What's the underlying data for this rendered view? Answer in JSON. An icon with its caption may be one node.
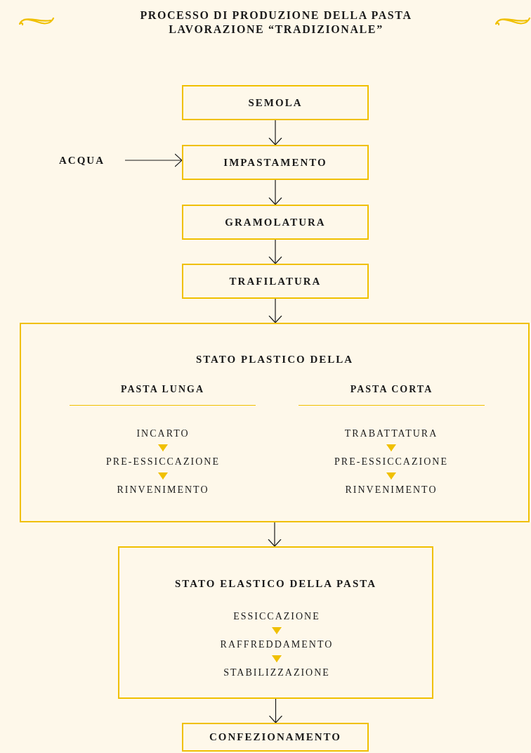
{
  "diagram": {
    "title": "PROCESSO DI PRODUZIONE DELLA PASTA LAVORAZIONE “TRADIZIONALE”",
    "nodes": [
      {
        "text": [
          "SEMOLA"
        ]
      },
      {
        "text": [
          "ACQUA"
        ]
      },
      {
        "text": [
          "IMPASTAMENTO"
        ]
      },
      {
        "text": [
          "GRAMOLATURA"
        ]
      },
      {
        "text": [
          "TRAFILATURA"
        ]
      },
      {
        "text": [
          "STATO PLASTICO DELLA",
          "PASTA LUNGA",
          "PASTA CORTA"
        ]
      },
      {
        "text": [
          "INCARTO"
        ],
        "in": 5
      },
      {
        "text": [
          "PRE-ESSICCAZIONE"
        ],
        "in": 5
      },
      {
        "text": [
          "RINVENIMENTO"
        ],
        "in": 5
      },
      {
        "text": [
          "TRABATTATURA"
        ],
        "in": 5
      },
      {
        "text": [
          "PRE-ESSICCAZIONE"
        ],
        "in": 5
      },
      {
        "text": [
          "RINVENIMENTO"
        ],
        "in": 5
      },
      {
        "text": [
          "STATO ELASTICO DELLA PASTA"
        ]
      },
      {
        "text": [
          "ESSICCAZIONE"
        ],
        "in": 12
      },
      {
        "text": [
          "RAFFREDDAMENTO"
        ],
        "in": 12
      },
      {
        "text": [
          "STABILIZZAZIONE"
        ],
        "in": 12
      },
      {
        "text": [
          "CONFEZIONAMENTO"
        ]
      }
    ],
    "edges": [
      {
        "from": 0,
        "to": 2,
        "arrow": "to"
      },
      {
        "from": 1,
        "to": 2,
        "arrow": "to"
      },
      {
        "from": 2,
        "to": 3,
        "arrow": "to"
      },
      {
        "from": 3,
        "to": 4,
        "arrow": "to"
      },
      {
        "from": 4,
        "to": 5,
        "arrow": "to"
      },
      {
        "from": 6,
        "to": 7,
        "arrow": "to",
        "color": "#f0c000"
      },
      {
        "from": 7,
        "to": 8,
        "arrow": "to",
        "color": "#f0c000"
      },
      {
        "from": 9,
        "to": 10,
        "arrow": "to",
        "color": "#f0c000"
      },
      {
        "from": 10,
        "to": 11,
        "arrow": "to",
        "color": "#f0c000"
      },
      {
        "from": 5,
        "to": 12,
        "arrow": "to"
      },
      {
        "from": 13,
        "to": 14,
        "arrow": "to",
        "color": "#f0c000"
      },
      {
        "from": 14,
        "to": 15,
        "arrow": "to",
        "color": "#f0c000"
      },
      {
        "from": 12,
        "to": 16,
        "arrow": "to"
      }
    ]
  }
}
